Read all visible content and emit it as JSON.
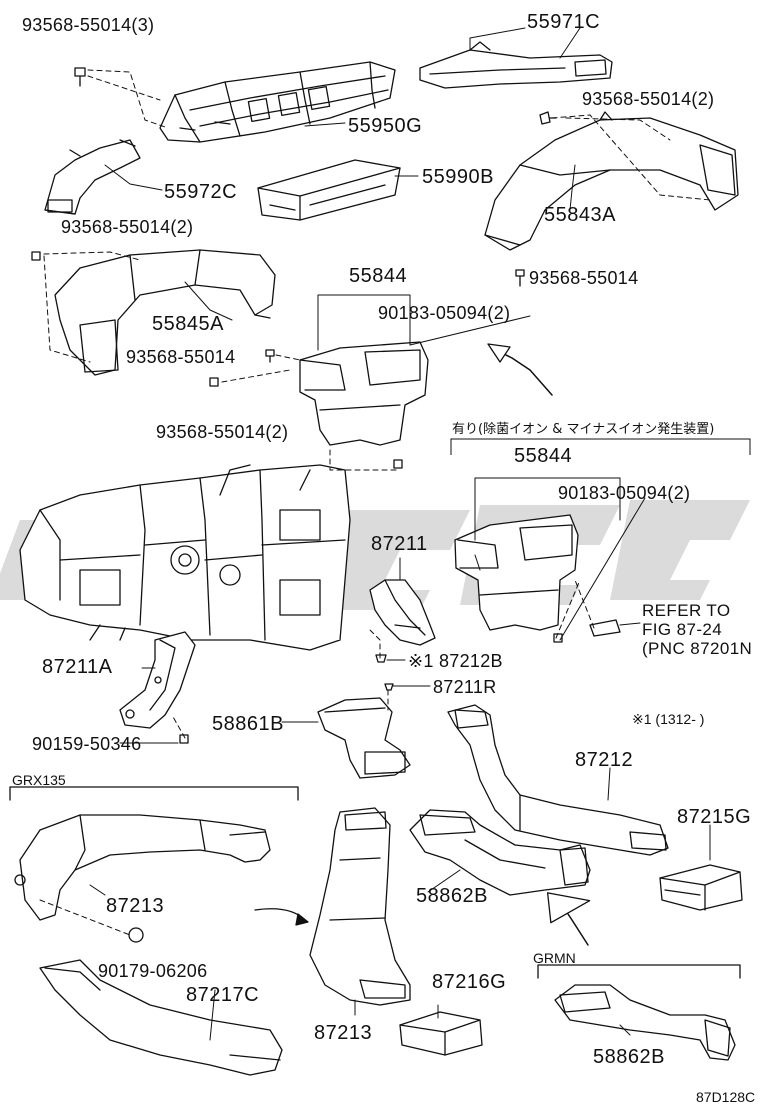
{
  "labels": {
    "p55971C": "55971C",
    "p93568_3": "93568-55014(3)",
    "p93568_2_tr": "93568-55014(2)",
    "p55950G": "55950G",
    "p55972C": "55972C",
    "p55990B": "55990B",
    "p55843A": "55843A",
    "p93568_2_l": "93568-55014(2)",
    "p93568_r": "93568-55014",
    "p55844_a": "55844",
    "p55845A": "55845A",
    "p90183_a": "90183-05094(2)",
    "p93568_m": "93568-55014",
    "p93568_2_m": "93568-55014(2)",
    "jp_note": "有り(除菌イオン & マイナスイオン発生装置)",
    "p55844_b": "55844",
    "p90183_b": "90183-05094(2)",
    "p87211": "87211",
    "refer1": "REFER TO",
    "refer2": "FIG 87-24",
    "refer3": "(PNC 87201N",
    "p87211A": "87211A",
    "p87212B": "※1 87212B",
    "p87211R": "87211R",
    "p58861B": "58861B",
    "note1": "※1 (1312-      )",
    "p90159": "90159-50346",
    "grx": "GRX135",
    "p87212": "87212",
    "p87215G": "87215G",
    "p87213_a": "87213",
    "p58862B_a": "58862B",
    "p90179": "90179-06206",
    "p87217C": "87217C",
    "grmn": "GRMN",
    "p87216G": "87216G",
    "p87213_b": "87213",
    "p58862B_b": "58862B",
    "fig_code": "87D128C"
  }
}
